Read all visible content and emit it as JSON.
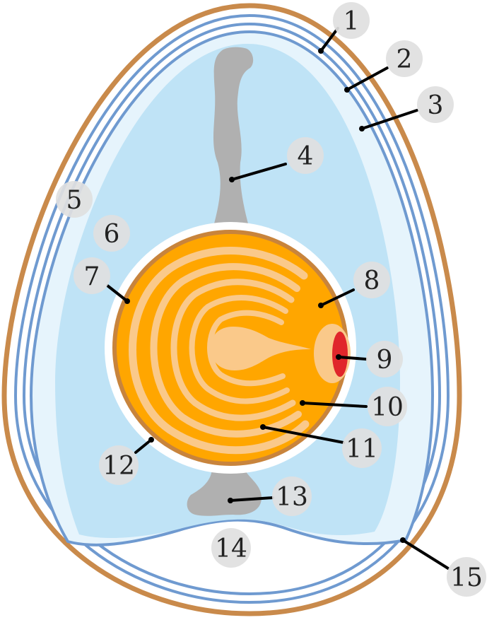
{
  "diagram": {
    "labels": [
      "1",
      "2",
      "3",
      "4",
      "5",
      "6",
      "7",
      "8",
      "9",
      "10",
      "11",
      "12",
      "13",
      "14",
      "15"
    ]
  },
  "colors": {
    "shell": "#c98a4b",
    "shell_membrane": "#6f9ad0",
    "albumen_outer": "#e6f4fc",
    "albumen_inner": "#bfe3f6",
    "air_cell": "#ffffff",
    "chalaza": "#b0b0b0",
    "vitelline_membrane": "#c8843c",
    "yolk_dark": "#ffa600",
    "yolk_light": "#fac98a",
    "germinal_disc": "#e0262b",
    "badge": "#e0e0e0"
  }
}
